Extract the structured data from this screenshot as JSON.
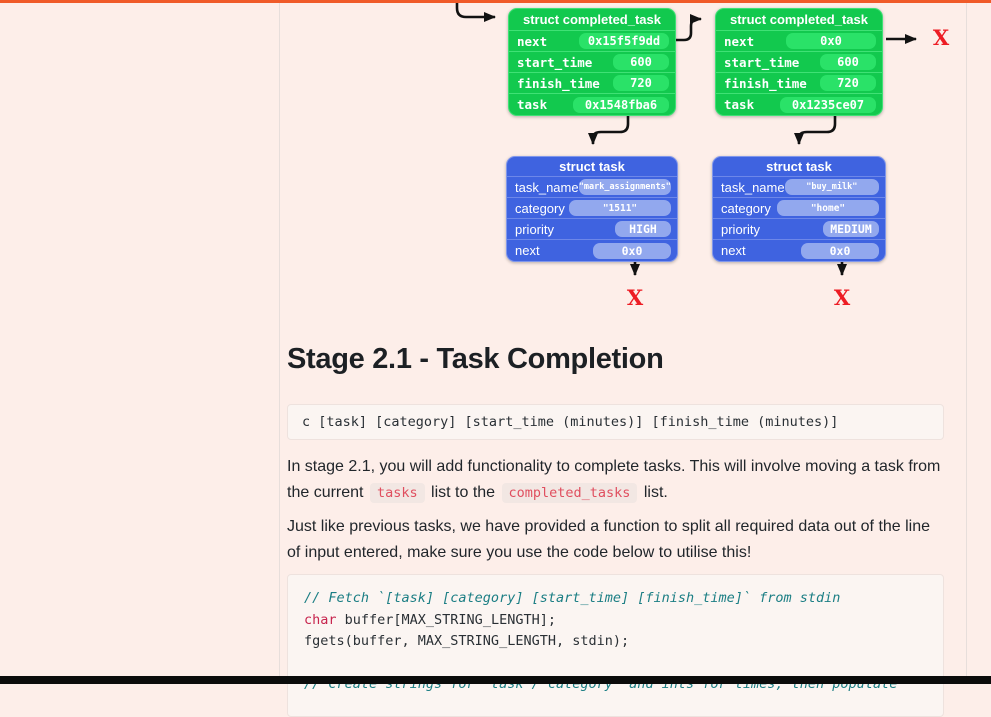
{
  "colors": {
    "accent_top_bar": "#f05a28",
    "page_background": "#fdeee9",
    "struct_green": "#12c94e",
    "struct_blue": "#3f63e0",
    "null_x_red": "#ed1c24",
    "inline_code_red": "#e04f5f",
    "comment_teal": "#1b7e84"
  },
  "diagram": {
    "completed_tasks": [
      {
        "title": "struct completed_task",
        "rows": [
          {
            "label": "next",
            "value": "0x15f5f9dd"
          },
          {
            "label": "start_time",
            "value": "600"
          },
          {
            "label": "finish_time",
            "value": "720"
          },
          {
            "label": "task",
            "value": "0x1548fba6"
          }
        ]
      },
      {
        "title": "struct completed_task",
        "rows": [
          {
            "label": "next",
            "value": "0x0"
          },
          {
            "label": "start_time",
            "value": "600"
          },
          {
            "label": "finish_time",
            "value": "720"
          },
          {
            "label": "task",
            "value": "0x1235ce07"
          }
        ]
      }
    ],
    "tasks": [
      {
        "title": "struct task",
        "rows": [
          {
            "label": "task_name",
            "value": "\"mark_assignments\""
          },
          {
            "label": "category",
            "value": "\"1511\""
          },
          {
            "label": "priority",
            "value": "HIGH"
          },
          {
            "label": "next",
            "value": "0x0"
          }
        ]
      },
      {
        "title": "struct task",
        "rows": [
          {
            "label": "task_name",
            "value": "\"buy_milk\""
          },
          {
            "label": "category",
            "value": "\"home\""
          },
          {
            "label": "priority",
            "value": "MEDIUM"
          },
          {
            "label": "next",
            "value": "0x0"
          }
        ]
      }
    ],
    "null_marker": "X"
  },
  "section": {
    "heading": "Stage 2.1 - Task Completion",
    "command_code": "c [task] [category] [start_time (minutes)] [finish_time (minutes)]",
    "p1": {
      "s1": "In stage 2.1, you will add functionality to complete tasks. This will involve moving a task from the current ",
      "code1": "tasks",
      "s2": " list to the ",
      "code2": "completed_tasks",
      "s3": " list."
    },
    "p2": "Just like previous tasks, we have provided a function to split all required data out of the line of input entered, make sure you use the code below to utilise this!",
    "code_block": {
      "line1": "// Fetch `[task] [category] [start_time] [finish_time]` from stdin",
      "line2_keyword": "char",
      "line2_rest": " buffer[MAX_STRING_LENGTH];",
      "line3": "fgets(buffer, MAX_STRING_LENGTH, stdin);",
      "line4": " ",
      "line5": "// Create strings for `task`/`category` and ints for times, then populate"
    }
  }
}
